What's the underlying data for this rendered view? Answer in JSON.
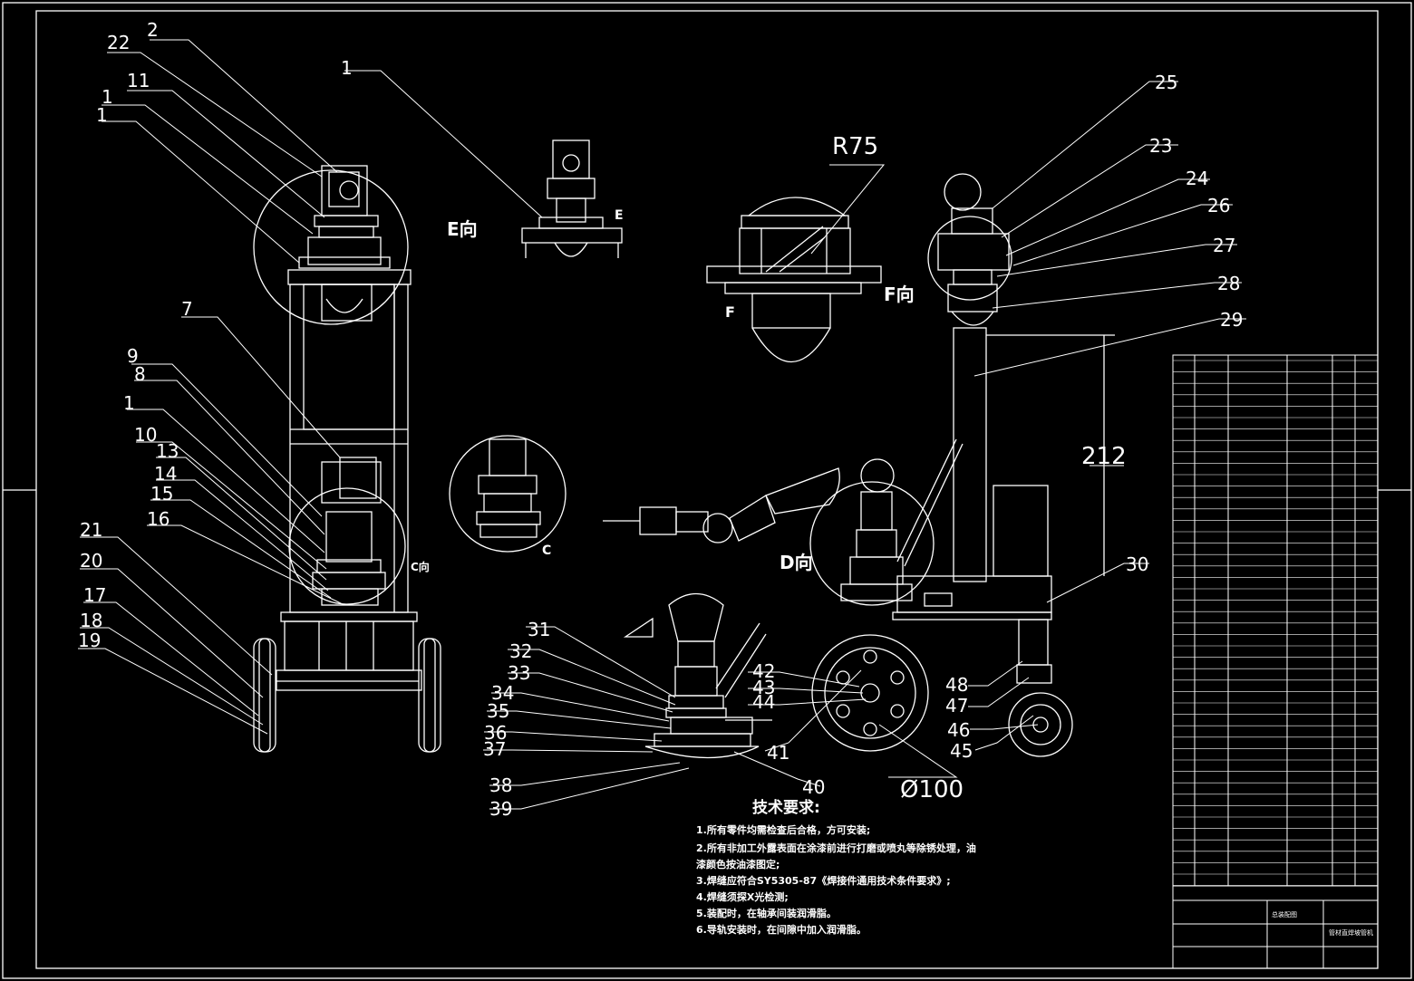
{
  "drawing": {
    "part_labels": [
      {
        "id": "a-22",
        "text": "22"
      },
      {
        "id": "a-2",
        "text": "2"
      },
      {
        "id": "a-11",
        "text": "11"
      },
      {
        "id": "a-1a",
        "text": "1"
      },
      {
        "id": "a-1b",
        "text": "1"
      },
      {
        "id": "a-7",
        "text": "7"
      },
      {
        "id": "a-9",
        "text": "9"
      },
      {
        "id": "a-8",
        "text": "8"
      },
      {
        "id": "a-1c",
        "text": "1"
      },
      {
        "id": "a-10",
        "text": "10"
      },
      {
        "id": "a-13",
        "text": "13"
      },
      {
        "id": "a-14",
        "text": "14"
      },
      {
        "id": "a-15",
        "text": "15"
      },
      {
        "id": "a-16",
        "text": "16"
      },
      {
        "id": "a-21",
        "text": "21"
      },
      {
        "id": "a-20",
        "text": "20"
      },
      {
        "id": "a-17",
        "text": "17"
      },
      {
        "id": "a-18",
        "text": "18"
      },
      {
        "id": "a-19",
        "text": "19"
      },
      {
        "id": "a-1d",
        "text": "1"
      },
      {
        "id": "a-25",
        "text": "25"
      },
      {
        "id": "a-23",
        "text": "23"
      },
      {
        "id": "a-24",
        "text": "24"
      },
      {
        "id": "a-26",
        "text": "26"
      },
      {
        "id": "a-27",
        "text": "27"
      },
      {
        "id": "a-28",
        "text": "28"
      },
      {
        "id": "a-29",
        "text": "29"
      },
      {
        "id": "a-30",
        "text": "30"
      },
      {
        "id": "a-31",
        "text": "31"
      },
      {
        "id": "a-32",
        "text": "32"
      },
      {
        "id": "a-33",
        "text": "33"
      },
      {
        "id": "a-34",
        "text": "34"
      },
      {
        "id": "a-35",
        "text": "35"
      },
      {
        "id": "a-36",
        "text": "36"
      },
      {
        "id": "a-37",
        "text": "37"
      },
      {
        "id": "a-38",
        "text": "38"
      },
      {
        "id": "a-39",
        "text": "39"
      },
      {
        "id": "a-40",
        "text": "40"
      },
      {
        "id": "a-41",
        "text": "41"
      },
      {
        "id": "a-42",
        "text": "42"
      },
      {
        "id": "a-43",
        "text": "43"
      },
      {
        "id": "a-44",
        "text": "44"
      },
      {
        "id": "a-45",
        "text": "45"
      },
      {
        "id": "a-46",
        "text": "46"
      },
      {
        "id": "a-47",
        "text": "47"
      },
      {
        "id": "a-48",
        "text": "48"
      }
    ],
    "dimensions": {
      "r75": "R75",
      "h212": "212",
      "d100": "Ø100"
    },
    "view_labels": {
      "e_view": "E向",
      "f_view": "F向",
      "d_view": "D向",
      "c_view": "C向",
      "e_small": "E",
      "c_small": "C",
      "f_small": "F"
    },
    "notes": {
      "title": "技术要求:",
      "lines": [
        "1.所有零件均需检查后合格，方可安装;",
        "2.所有非加工外露表面在涂漆前进行打磨或喷丸等除锈处理，油",
        "漆颜色按油漆图定;",
        "3.焊缝应符合SY5305-87《焊接件通用技术条件要求》;",
        "4.焊缝须探X光检测;",
        "5.装配时，在轴承间装润滑脂。",
        "6.导轨安装时，在间隙中加入润滑脂。"
      ]
    },
    "title_block": {
      "drawing_name": "总装配图",
      "product_name": "管材直焊坡管机"
    }
  }
}
